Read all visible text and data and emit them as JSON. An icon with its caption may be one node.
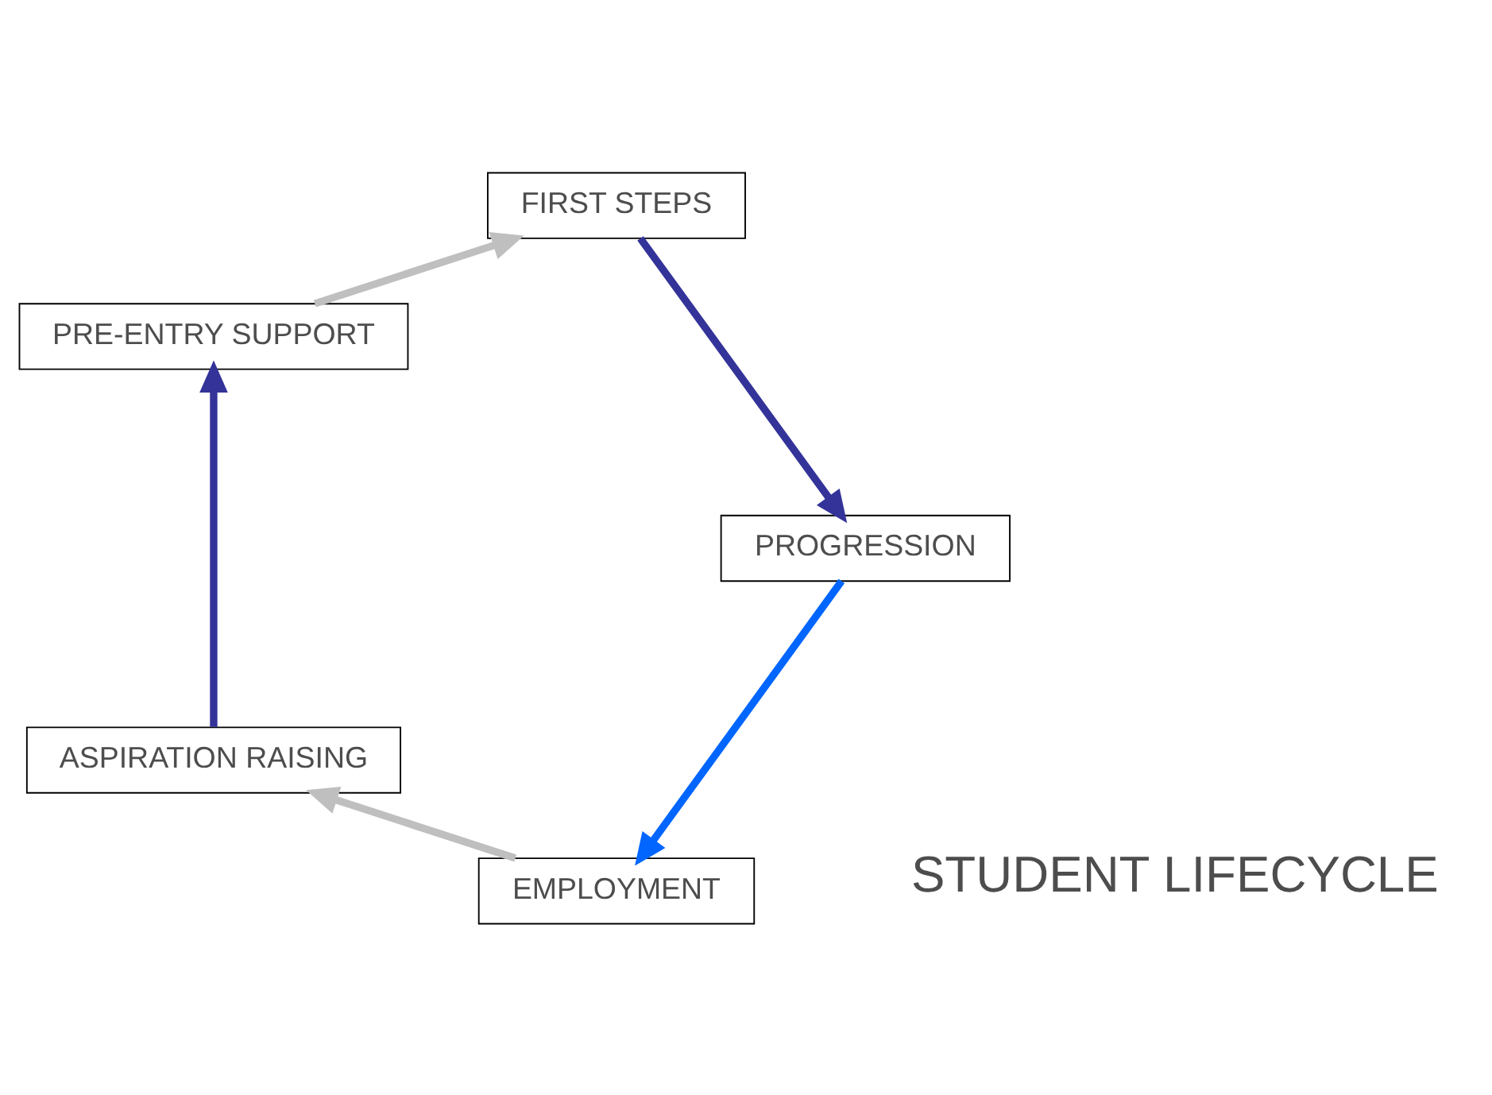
{
  "diagram": {
    "nodes": [
      {
        "text": [
          "EMPLOYMENT"
        ]
      },
      {
        "text": [
          "ASPIRATION RAISING"
        ]
      },
      {
        "text": [
          "PRE-ENTRY SUPPORT"
        ]
      },
      {
        "text": [
          "FIRST STEPS"
        ]
      },
      {
        "text": [
          "PROGRESSION"
        ]
      }
    ],
    "edges": [
      {
        "from": 0,
        "to": 1,
        "arrow": "to",
        "color": "#bfbfbf"
      },
      {
        "from": 1,
        "to": 2,
        "arrow": "to",
        "color": "#333399"
      },
      {
        "from": 2,
        "to": 3,
        "arrow": "to",
        "color": "#bfbfbf"
      },
      {
        "from": 3,
        "to": 4,
        "arrow": "to",
        "color": "#333399"
      },
      {
        "from": 4,
        "to": 0,
        "arrow": "to",
        "color": "#0066ff"
      }
    ],
    "labels": [
      "STUDENT LIFECYCLE"
    ]
  }
}
